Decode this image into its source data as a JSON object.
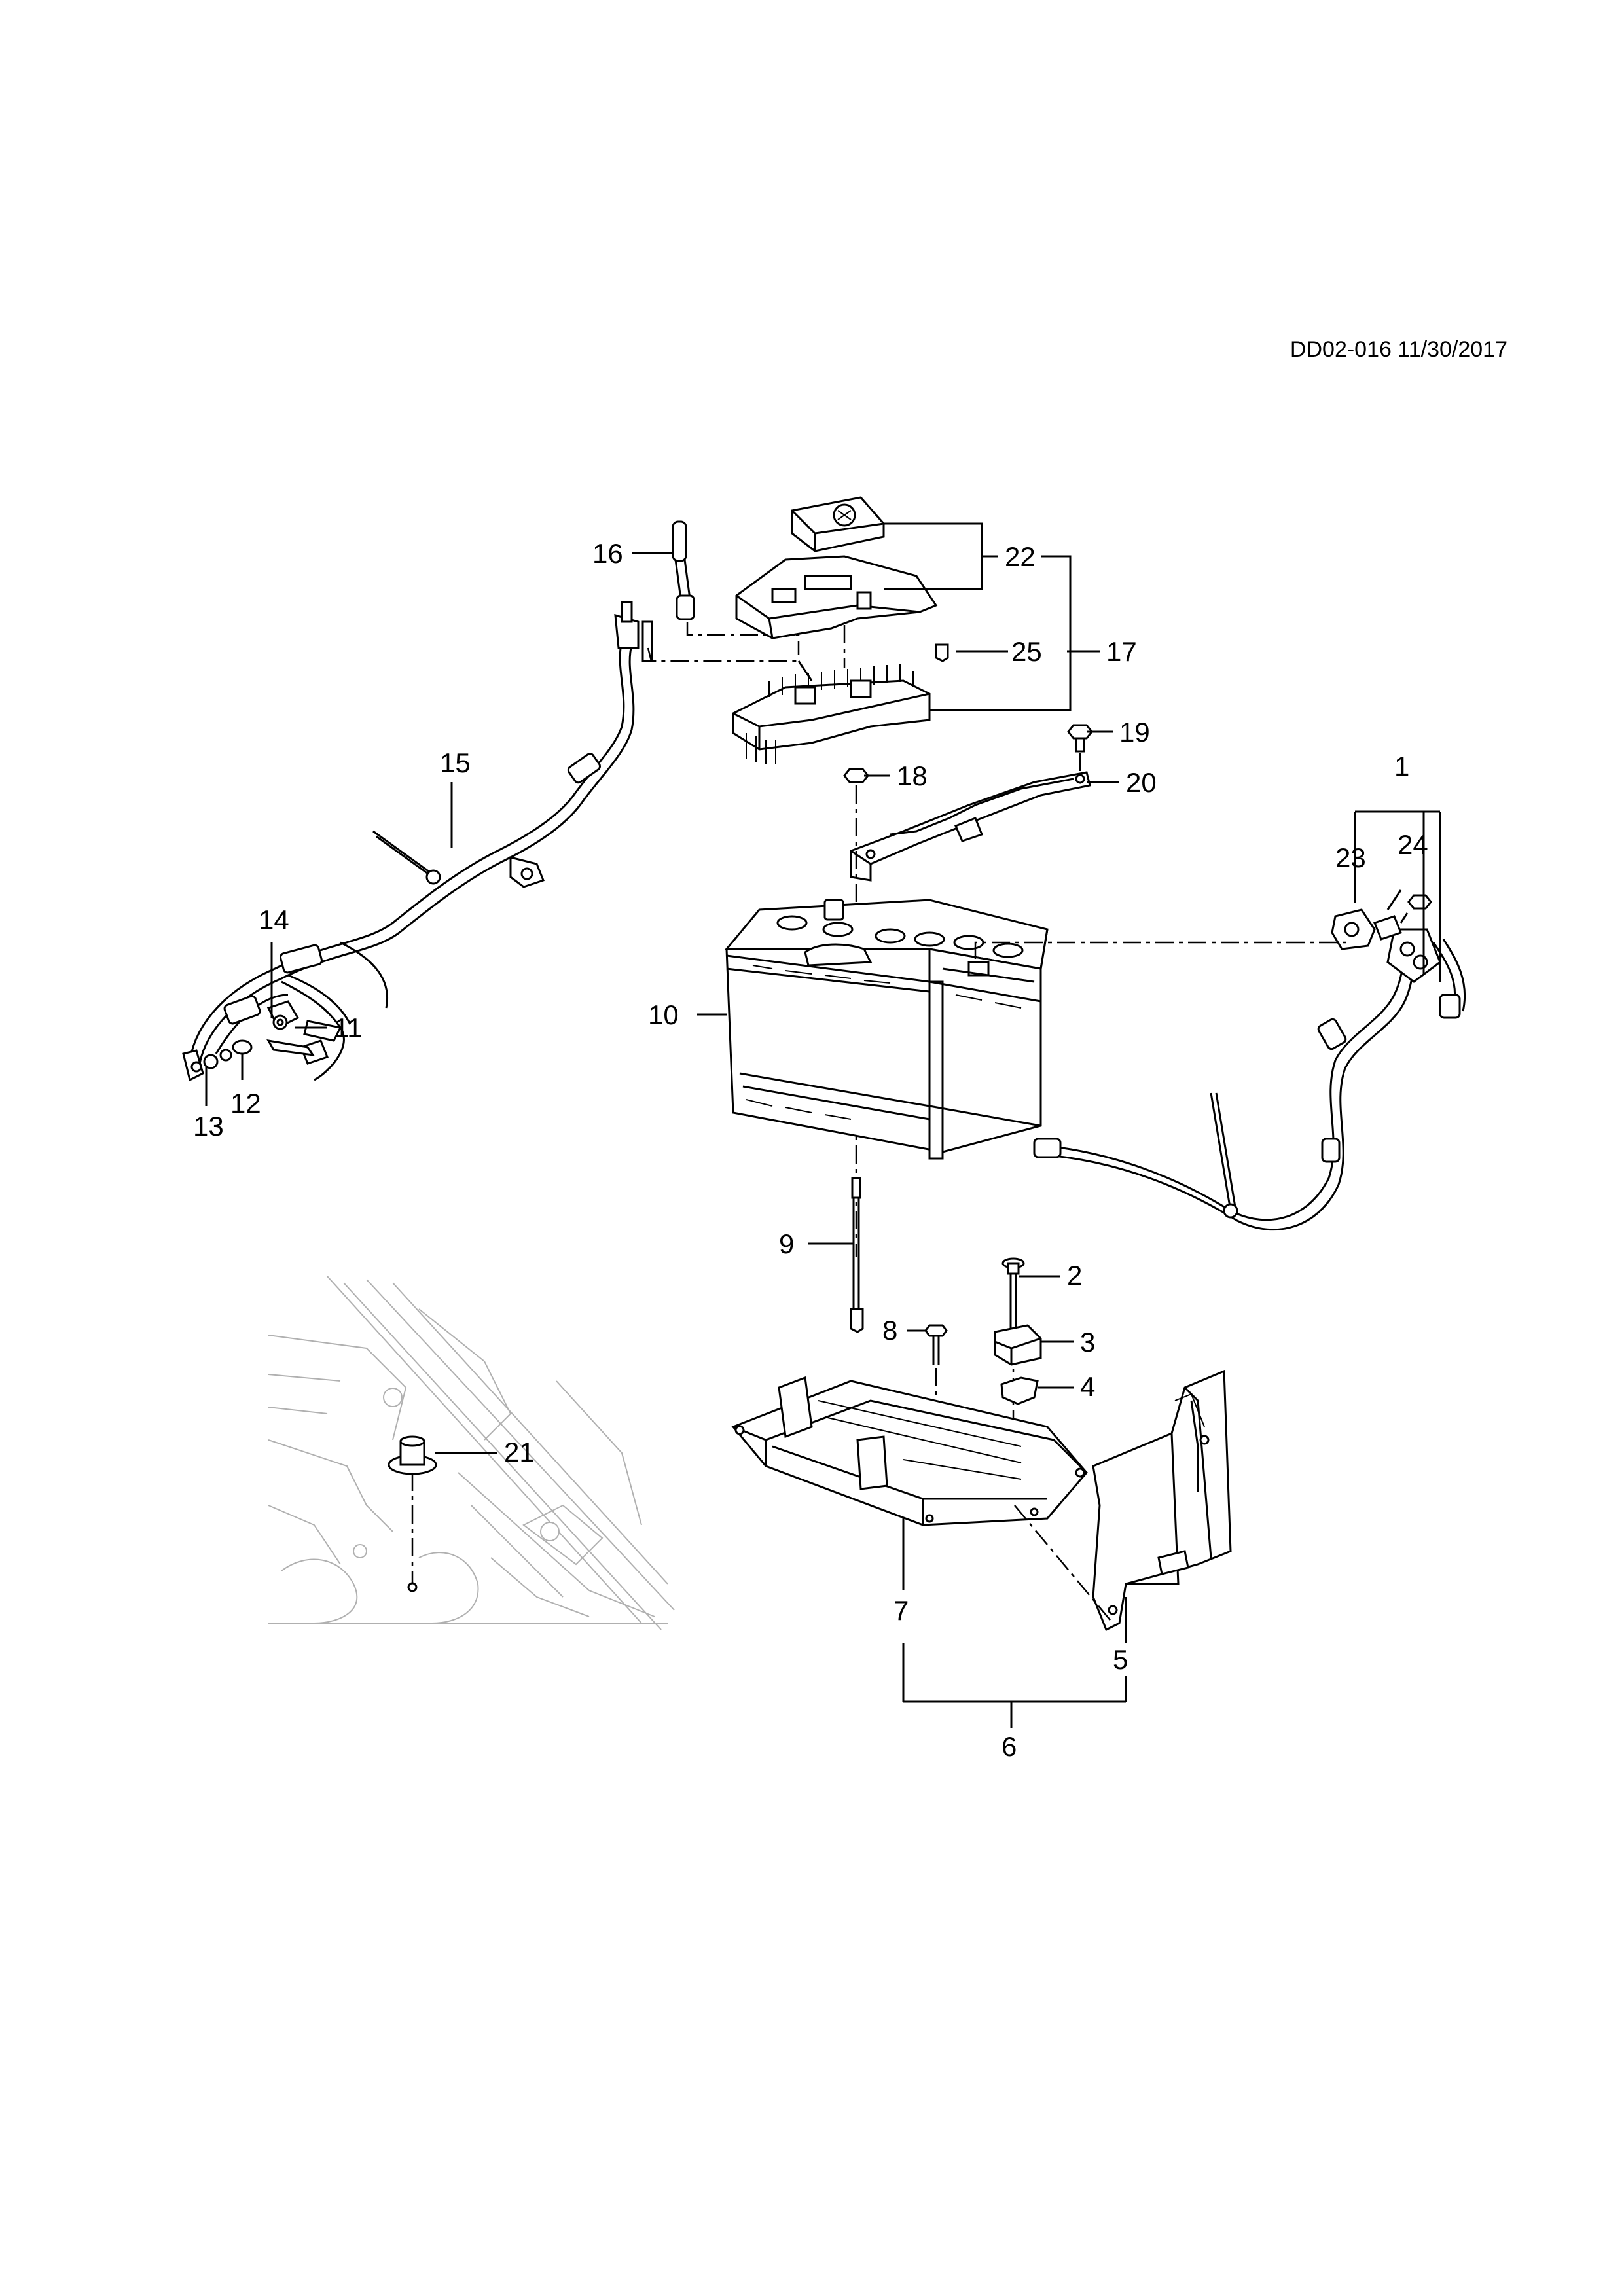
{
  "document": {
    "id": "DD02-016 11/30/2017"
  },
  "callouts": [
    {
      "id": "c1",
      "label": "1"
    },
    {
      "id": "c2",
      "label": "2"
    },
    {
      "id": "c3",
      "label": "3"
    },
    {
      "id": "c4",
      "label": "4"
    },
    {
      "id": "c5",
      "label": "5"
    },
    {
      "id": "c6",
      "label": "6"
    },
    {
      "id": "c7",
      "label": "7"
    },
    {
      "id": "c8",
      "label": "8"
    },
    {
      "id": "c9",
      "label": "9"
    },
    {
      "id": "c10",
      "label": "10"
    },
    {
      "id": "c11",
      "label": "11"
    },
    {
      "id": "c12",
      "label": "12"
    },
    {
      "id": "c13",
      "label": "13"
    },
    {
      "id": "c14",
      "label": "14"
    },
    {
      "id": "c15",
      "label": "15"
    },
    {
      "id": "c16",
      "label": "16"
    },
    {
      "id": "c17",
      "label": "17"
    },
    {
      "id": "c18",
      "label": "18"
    },
    {
      "id": "c19",
      "label": "19"
    },
    {
      "id": "c20",
      "label": "20"
    },
    {
      "id": "c21",
      "label": "21"
    },
    {
      "id": "c22",
      "label": "22"
    },
    {
      "id": "c23",
      "label": "23"
    },
    {
      "id": "c24",
      "label": "24"
    },
    {
      "id": "c25",
      "label": "25"
    }
  ]
}
